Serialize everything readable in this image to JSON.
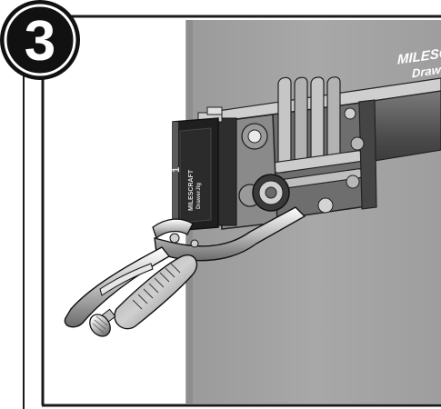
{
  "step": {
    "number": "3"
  },
  "jig": {
    "brand_line1": "MILESCRAFT",
    "brand_line2": "DrawerJig",
    "side_number": "1",
    "side_brand_line1": "MILESCRAFT",
    "side_brand_line2": "DrawerJig"
  },
  "colors": {
    "frame": "#1a1a1a",
    "panel": "#a3a3a3",
    "jig_body": "#555555",
    "jig_dark": "#2b2b2b",
    "badge": "#111111",
    "badge_text": "#ffffff"
  },
  "icons": [
    "step-badge",
    "clamp-icon",
    "jig-icon"
  ]
}
